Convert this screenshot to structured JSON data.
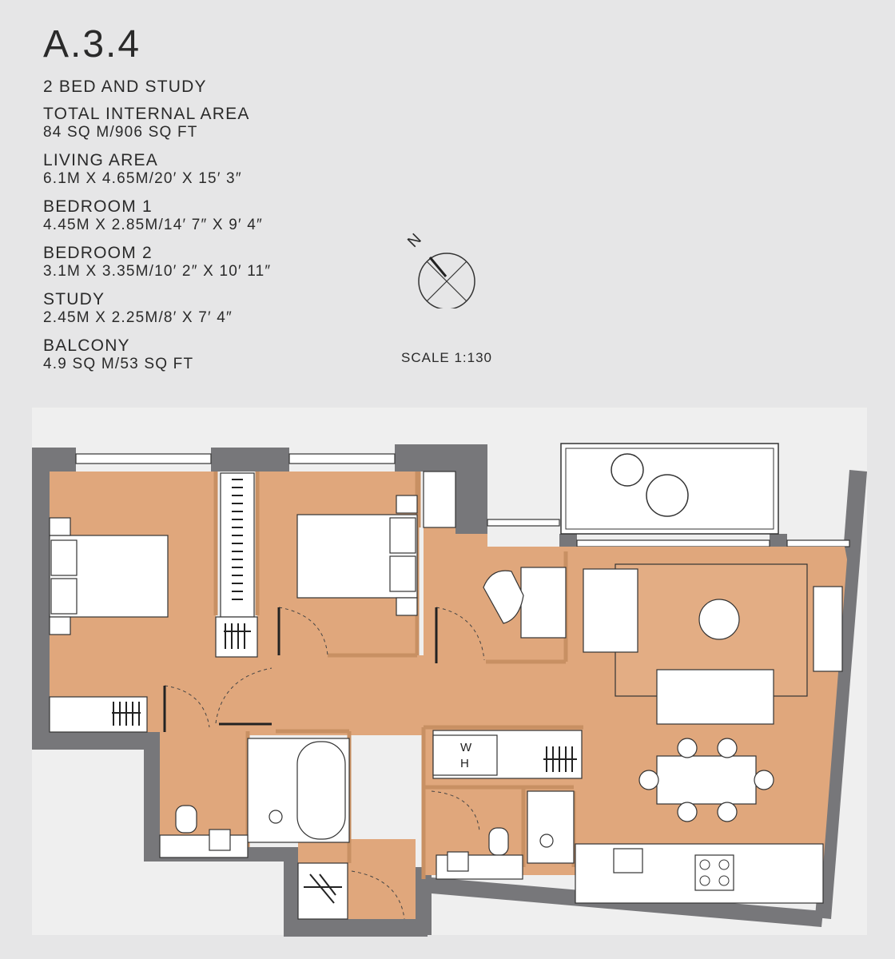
{
  "unit": {
    "title": "A.3.4",
    "type": "2 BED AND STUDY"
  },
  "specs": [
    {
      "label": "TOTAL INTERNAL AREA",
      "value": "84 SQ M/906 SQ FT"
    },
    {
      "label": "LIVING AREA",
      "value": "6.1M X 4.65M/20′ X 15′ 3″"
    },
    {
      "label": "BEDROOM 1",
      "value": "4.45M X 2.85M/14′ 7″ X 9′ 4″"
    },
    {
      "label": "BEDROOM 2",
      "value": "3.1M X 3.35M/10′ 2″ X 10′ 11″"
    },
    {
      "label": "STUDY",
      "value": "2.45M X 2.25M/8′ X 7′ 4″"
    },
    {
      "label": "BALCONY",
      "value": "4.9 SQ M/53 SQ FT"
    }
  ],
  "compass": {
    "north_label": "N"
  },
  "scale": {
    "label": "SCALE 1:130"
  },
  "plan": {
    "wh_label_line1": "W",
    "wh_label_line2": "H"
  },
  "colors": {
    "background": "#e6e6e7",
    "floor": "#e0a77c",
    "wall": "#77777a",
    "furniture": "#ffffff",
    "outline": "#3c3c3c"
  }
}
